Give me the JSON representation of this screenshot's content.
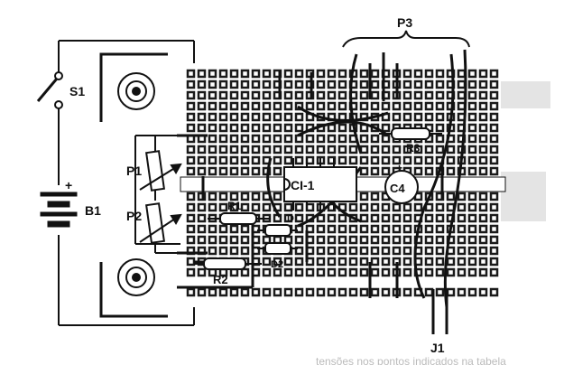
{
  "labels": {
    "s1": "S1",
    "b1": "B1",
    "plus": "+",
    "p1": "P1",
    "p2": "P2",
    "r1": "R1",
    "r2": "R2",
    "r3": "R3",
    "ci1": "CI-1",
    "c4": "C4",
    "c4_plus": "+",
    "d": "D",
    "d2": "D2",
    "p3": "P3",
    "j1": "J1"
  },
  "caption_fragment": "tensões nos pontos indicados na tabela",
  "colors": {
    "ink": "#111111",
    "board": "#ffffff",
    "hole": "#1a1a1a",
    "watermark": "#d8d8d8"
  },
  "icons": [
    "switch-icon",
    "battery-icon",
    "potentiometer-icon",
    "resistor-icon",
    "capacitor-icon",
    "ic-icon",
    "diode-icon"
  ]
}
